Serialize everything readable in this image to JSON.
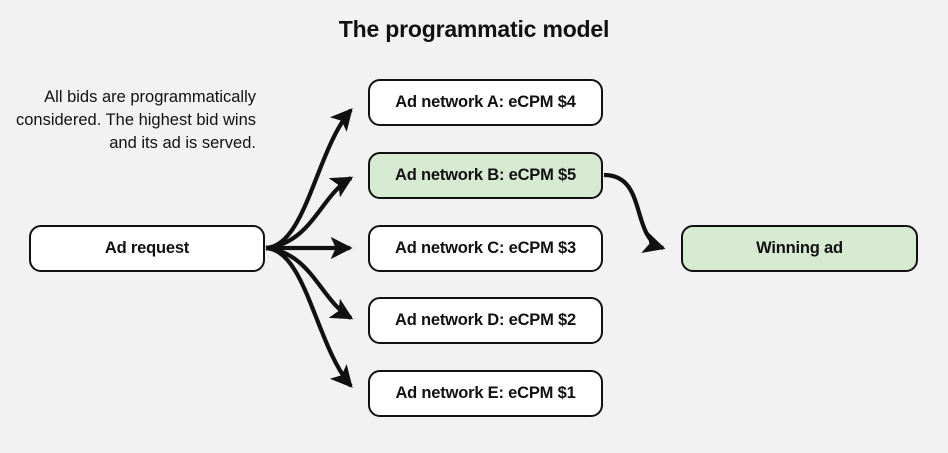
{
  "title": "The programmatic model",
  "description": "All bids are programmatically considered. The highest bid wins and its ad is served.",
  "colors": {
    "background": "#f2f2f2",
    "stroke": "#111111",
    "node_fill": "#ffffff",
    "highlight_fill": "#d6ead1",
    "text": "#111111"
  },
  "nodes": {
    "ad_request": {
      "label": "Ad request",
      "highlighted": false
    },
    "network_a": {
      "label": "Ad network A: eCPM $4",
      "highlighted": false
    },
    "network_b": {
      "label": "Ad network B: eCPM $5",
      "highlighted": true
    },
    "network_c": {
      "label": "Ad network C: eCPM $3",
      "highlighted": false
    },
    "network_d": {
      "label": "Ad network D: eCPM $2",
      "highlighted": false
    },
    "network_e": {
      "label": "Ad network E: eCPM $1",
      "highlighted": false
    },
    "winning_ad": {
      "label": "Winning ad",
      "highlighted": true
    }
  },
  "edges": [
    {
      "from": "ad_request",
      "to": "network_a",
      "style": "curved-arrow"
    },
    {
      "from": "ad_request",
      "to": "network_b",
      "style": "curved-arrow"
    },
    {
      "from": "ad_request",
      "to": "network_c",
      "style": "straight-arrow"
    },
    {
      "from": "ad_request",
      "to": "network_d",
      "style": "curved-arrow"
    },
    {
      "from": "ad_request",
      "to": "network_e",
      "style": "curved-arrow"
    },
    {
      "from": "network_b",
      "to": "winning_ad",
      "style": "curved-arrow"
    }
  ]
}
